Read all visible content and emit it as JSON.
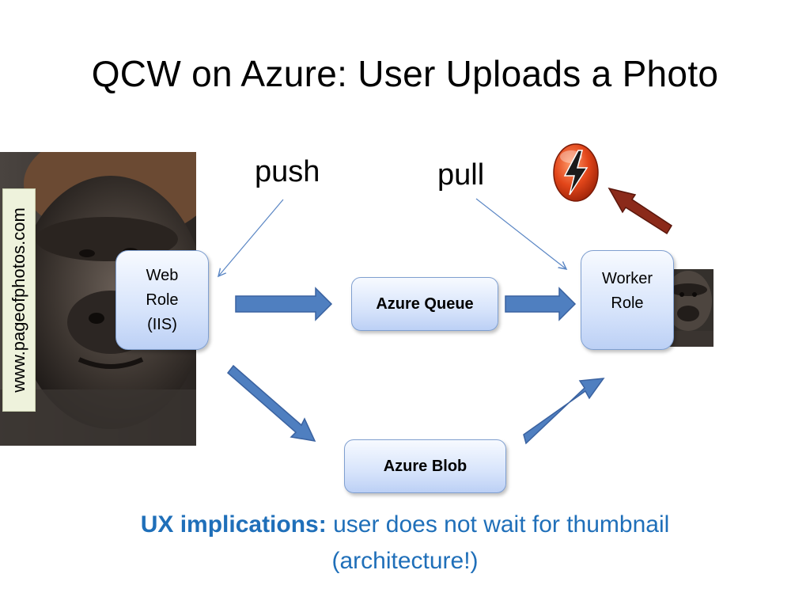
{
  "slide": {
    "title": "QCW on Azure: User Uploads a Photo"
  },
  "photo": {
    "credit": "www.pageofphotos.com"
  },
  "nodes": {
    "web_role": "Web\nRole\n(IIS)",
    "azure_queue": "Azure Queue",
    "azure_blob": "Azure Blob",
    "worker_role": "Worker\nRole"
  },
  "labels": {
    "push": "push",
    "pull": "pull"
  },
  "ux": {
    "heading": "UX implications:",
    "text": " user does not wait for thumbnail",
    "line2": "(architecture!)"
  },
  "colors": {
    "block_arrow": "#4f7fc0",
    "dark_red_arrow": "#8b2a1a",
    "ux_text": "#1f6fb9",
    "box_border": "#7f9fd0"
  },
  "icons": [
    "gorilla-photo",
    "lightning-orb-icon",
    "gorilla-thumbnail"
  ]
}
